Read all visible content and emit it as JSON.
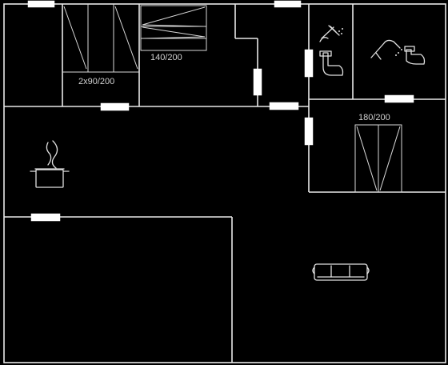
{
  "rooms": {
    "bedroom_twin": {
      "bed_label": "2x90/200"
    },
    "bedroom_double_small": {
      "bed_label": "140/200"
    },
    "bedroom_double_large": {
      "bed_label": "180/200"
    }
  },
  "icons": {
    "kitchen": "cooking-pot-icon",
    "living": "sofa-icon",
    "bath_left": "shower-toilet-icon",
    "bath_right": "shower-toilet-icon"
  },
  "colors": {
    "background": "#000000",
    "walls": "#e8e8e8",
    "openings": "#ffffff"
  }
}
